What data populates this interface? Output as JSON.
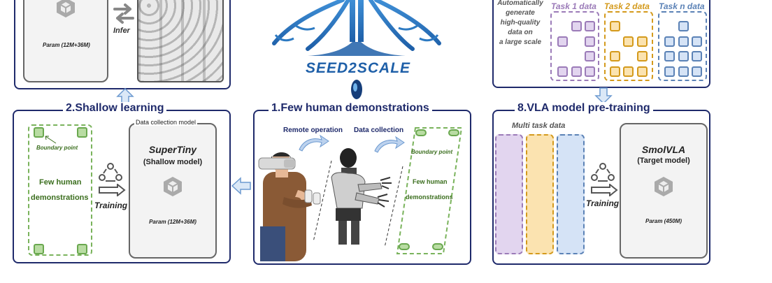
{
  "top_left": {
    "param": "Param (12M+36M)",
    "infer_label": "Infer"
  },
  "logo": {
    "text": "SEED2SCALE"
  },
  "top_right": {
    "note_lines": [
      "Automatically",
      "generate",
      "high-quality",
      "data on",
      "a large scale"
    ],
    "tasks": [
      "Task 1 data",
      "Task 2 data",
      "Task n data"
    ]
  },
  "panel_shallow": {
    "title": "2.Shallow learning",
    "boundary_point": "Boundary point",
    "demo_line1": "Few human",
    "demo_line2": "demonstrations",
    "training": "Training",
    "model_caption": "Data collection model",
    "model_name": "SuperTiny",
    "model_sub": "(Shallow model)",
    "param": "Param (12M+36M)"
  },
  "panel_few": {
    "title": "1.Few human demonstrations",
    "remote": "Remote operation",
    "collection": "Data collection",
    "boundary_point": "Boundary point",
    "demo_line1": "Few human",
    "demo_line2": "demonstrations"
  },
  "panel_vla": {
    "title": "8.VLA model pre-training",
    "multi": "Multi task data",
    "training": "Training",
    "model_name": "SmolVLA",
    "model_sub": "(Target model)",
    "param": "Param (450M)"
  },
  "colors": {
    "frame": "#1f2a6b",
    "green": "#6aa84f",
    "purple": "#9b7bb8",
    "orange": "#d49a1c",
    "blue": "#5b82b6"
  }
}
